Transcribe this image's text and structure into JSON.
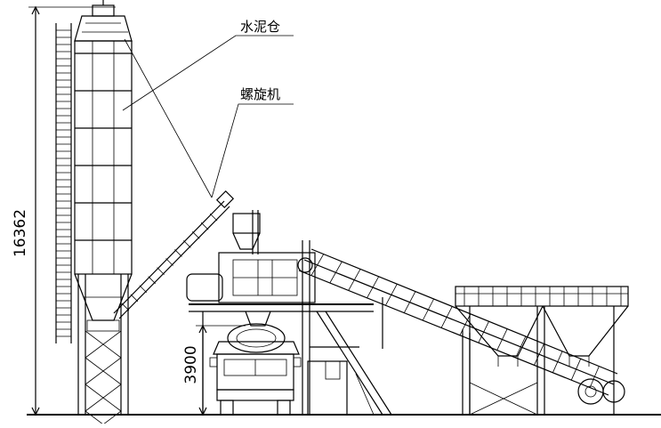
{
  "labels": {
    "cement_silo": "水泥仓",
    "screw_conveyor": "螺旋机"
  },
  "dimensions": {
    "total_height": "16362",
    "discharge_height": "3900"
  },
  "colors": {
    "line": "#000000",
    "background": "#ffffff"
  }
}
